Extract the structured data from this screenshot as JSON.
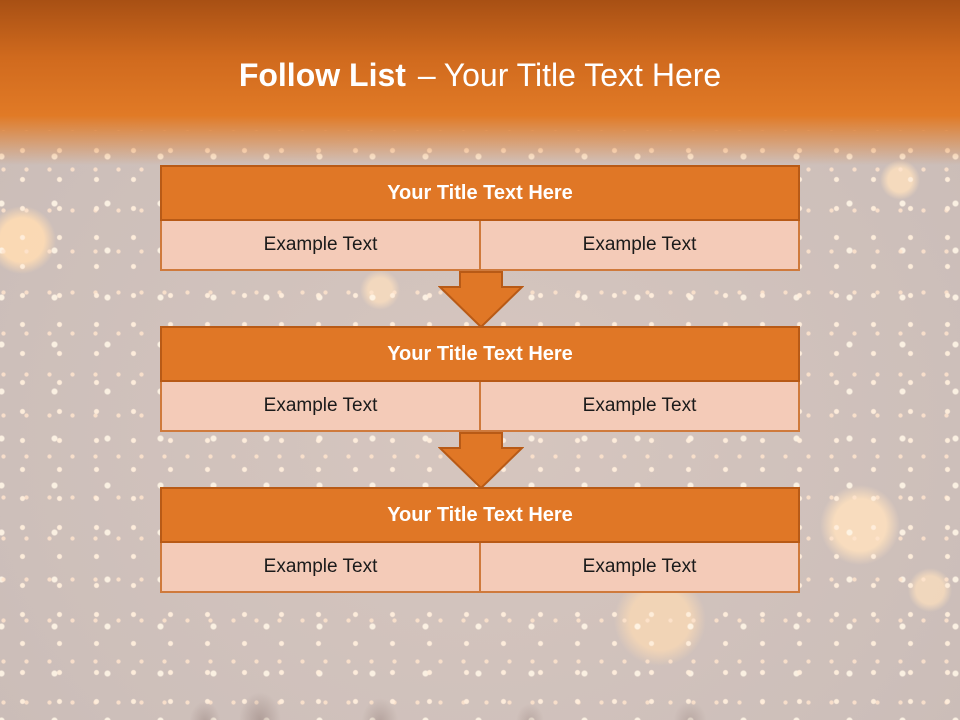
{
  "slide": {
    "title_bold": "Follow List",
    "title_separator": "–",
    "title_rest": "Your Title Text Here"
  },
  "blocks": [
    {
      "title": "Your Title Text Here",
      "cells": [
        "Example Text",
        "Example Text"
      ]
    },
    {
      "title": "Your Title Text Here",
      "cells": [
        "Example Text",
        "Example Text"
      ]
    },
    {
      "title": "Your Title Text Here",
      "cells": [
        "Example Text",
        "Example Text"
      ]
    }
  ],
  "colors": {
    "accent": "#e07726",
    "header_dark": "#a85014",
    "cell_fill": "#f4cbb8",
    "background": "#d4c6c0"
  },
  "icons": [
    "down-arrow-icon",
    "down-arrow-icon"
  ]
}
